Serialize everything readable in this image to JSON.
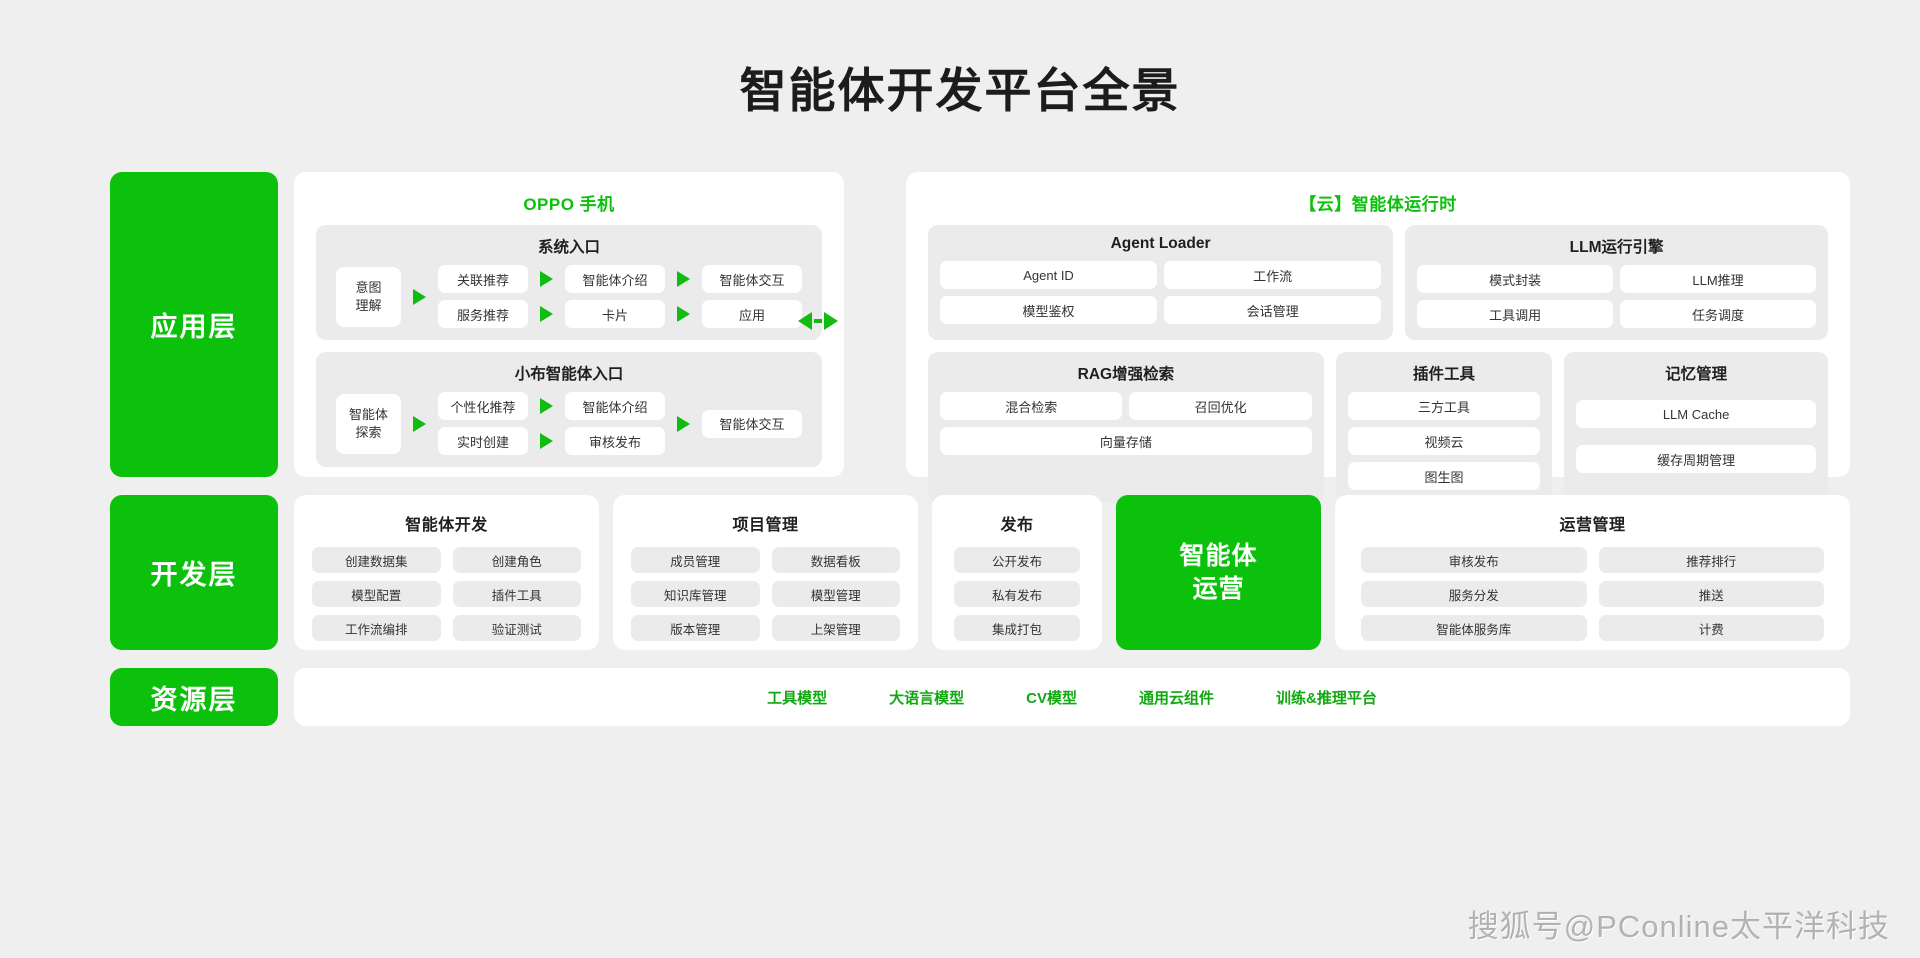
{
  "page": {
    "title": "智能体开发平台全景",
    "watermark": "搜狐号@PConline太平洋科技",
    "accent_green": "#0bc10b",
    "background": "#efefef"
  },
  "layers": {
    "application": {
      "label": "应用层"
    },
    "development": {
      "label": "开发层"
    },
    "resource": {
      "label": "资源层"
    }
  },
  "application": {
    "phone": {
      "title": "OPPO 手机",
      "groups": [
        {
          "title": "系统入口",
          "entry": "意图\n理解",
          "entry_line1": "意图",
          "entry_line2": "理解",
          "col1": [
            "关联推荐",
            "服务推荐"
          ],
          "col2": [
            "智能体介绍",
            "卡片"
          ],
          "col3": [
            "智能体交互",
            "应用"
          ]
        },
        {
          "title": "小布智能体入口",
          "entry_line1": "智能体",
          "entry_line2": "探索",
          "col1": [
            "个性化推荐",
            "实时创建"
          ],
          "col2": [
            "智能体介绍",
            "审核发布"
          ],
          "col3": [
            "智能体交互"
          ]
        }
      ]
    },
    "cloud": {
      "title": "【云】智能体运行时",
      "row1": [
        {
          "title": "Agent Loader",
          "chips": [
            "Agent ID",
            "工作流",
            "模型鉴权",
            "会话管理"
          ]
        },
        {
          "title": "LLM运行引擎",
          "chips": [
            "模式封装",
            "LLM推理",
            "工具调用",
            "任务调度"
          ]
        }
      ],
      "row2": [
        {
          "title": "RAG增强检索",
          "chips_pair": [
            "混合检索",
            "召回优化"
          ],
          "chips_full": [
            "向量存储"
          ]
        },
        {
          "title": "插件工具",
          "chips": [
            "三方工具",
            "视频云",
            "图生图"
          ]
        },
        {
          "title": "记忆管理",
          "chips": [
            "LLM Cache",
            "缓存周期管理"
          ]
        }
      ]
    },
    "exchange_icon": "bidirectional-arrow"
  },
  "development": {
    "cards": [
      {
        "title": "智能体开发",
        "layout": "two-col",
        "chips": [
          "创建数据集",
          "创建角色",
          "模型配置",
          "插件工具",
          "工作流编排",
          "验证测试"
        ]
      },
      {
        "title": "项目管理",
        "layout": "two-col",
        "chips": [
          "成员管理",
          "数据看板",
          "知识库管理",
          "模型管理",
          "版本管理",
          "上架管理"
        ]
      },
      {
        "title": "发布",
        "layout": "one-col",
        "chips": [
          "公开发布",
          "私有发布",
          "集成打包"
        ]
      }
    ],
    "highlight": {
      "line1": "智能体",
      "line2": "运营"
    },
    "ops_card": {
      "title": "运营管理",
      "layout": "two-col",
      "chips": [
        "审核发布",
        "推荐排行",
        "服务分发",
        "推送",
        "智能体服务库",
        "计费"
      ]
    }
  },
  "resource": {
    "items": [
      "工具模型",
      "大语言模型",
      "CV模型",
      "通用云组件",
      "训练&推理平台"
    ]
  }
}
